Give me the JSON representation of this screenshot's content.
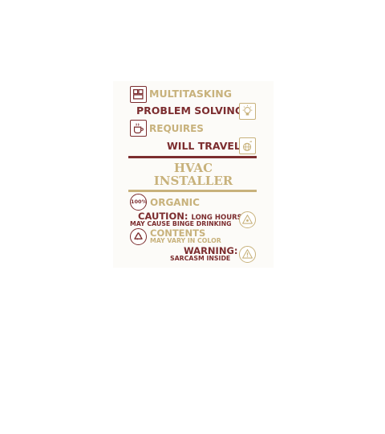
{
  "design": {
    "line1": "MULTITASKING",
    "line2": "PROBLEM SOLVING",
    "line3": "REQUIRES",
    "line4": "WILL TRAVEL",
    "title_line1": "HVAC",
    "title_line2": "INSTALLER",
    "badge_100": "100%",
    "organic": "ORGANIC",
    "caution_label": "CAUTION:",
    "caution_text1": "LONG HOURS",
    "caution_text2": "MAY CAUSE BINGE DRINKING",
    "contents_label": "CONTENTS",
    "contents_text": "MAY VARY IN COLOR",
    "warning_label": "WARNING:",
    "warning_text": "SARCASM INSIDE"
  },
  "colors": {
    "maroon": "#7c2d2f",
    "tan": "#c8b27c",
    "background": "#ffffff"
  },
  "icons": [
    "windows-grid-icon",
    "lightbulb-icon",
    "coffee-cup-icon",
    "globe-icon",
    "badge-100-icon",
    "hazard-triangle-icon",
    "recycle-icon",
    "warning-triangle-icon"
  ]
}
